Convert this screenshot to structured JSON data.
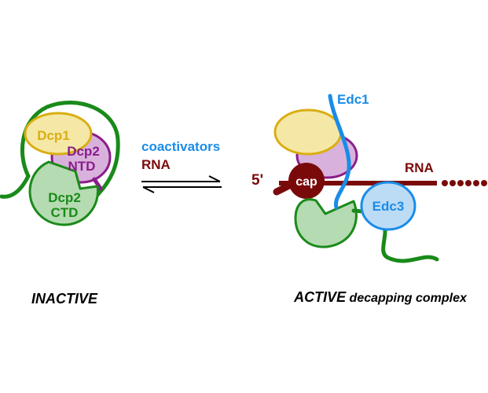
{
  "inactive": {
    "dcp1": "Dcp1",
    "dcp2_ntd_line1": "Dcp2",
    "dcp2_ntd_line2": "NTD",
    "dcp2_ctd_line1": "Dcp2",
    "dcp2_ctd_line2": "CTD",
    "caption": "INACTIVE"
  },
  "equilibrium": {
    "coactivators": "coactivators",
    "rna": "RNA"
  },
  "active": {
    "edc1": "Edc1",
    "five_prime": "5'",
    "cap": "cap",
    "rna": "RNA",
    "edc3": "Edc3",
    "caption_italic": "ACTIVE",
    "caption_rest": " decapping complex"
  },
  "colors": {
    "green": "#1a8a1a",
    "green_fill": "#b5dbb2",
    "purple": "#8a1d8a",
    "purple_fill": "#d8b2dc",
    "yellow": "#d9ae12",
    "yellow_fill": "#f5e8a6",
    "blue": "#1a8ce8",
    "blue_fill": "#bcdcf6",
    "darkred": "#7a0a0a",
    "black": "#000000"
  }
}
